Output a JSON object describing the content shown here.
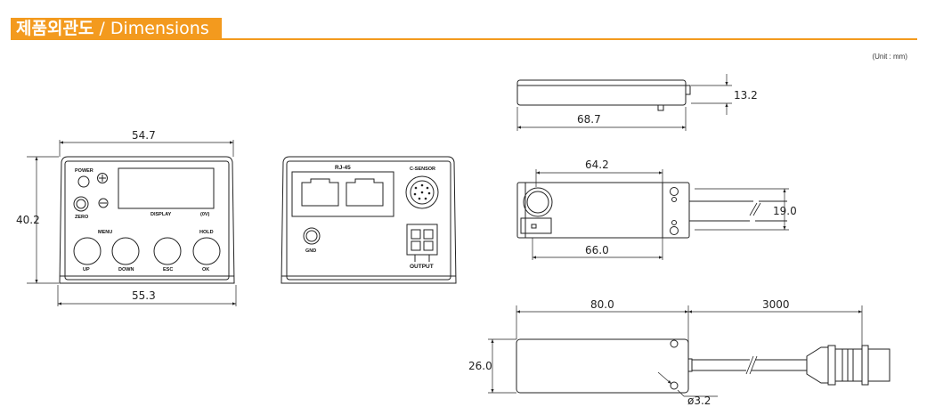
{
  "header": {
    "title_ko": "제품외관도",
    "title_en": "/ Dimensions",
    "accent_color": "#f39a1e"
  },
  "unit": "(Unit : mm)",
  "front_view": {
    "width_top": "54.7",
    "width_bottom": "55.3",
    "height": "40.2",
    "labels": {
      "power": "POWER",
      "zero": "ZERO",
      "display": "DISPLAY",
      "display_v": "(0V)",
      "menu": "MENU",
      "hold": "HOLD",
      "up": "UP",
      "down": "DOWN",
      "esc": "ESC",
      "ok": "OK"
    }
  },
  "rear_view": {
    "labels": {
      "rj45": "RJ-45",
      "c_sensor": "C-SENSOR",
      "gnd": "GND",
      "output": "OUTPUT"
    }
  },
  "side_view": {
    "length": "68.7",
    "thickness": "13.2"
  },
  "top_view": {
    "top_width": "64.2",
    "bottom_width": "66.0",
    "cable_height": "19.0"
  },
  "sensor_view": {
    "length": "80.0",
    "cable_length": "3000",
    "height": "26.0",
    "hole": "ø3.2"
  }
}
